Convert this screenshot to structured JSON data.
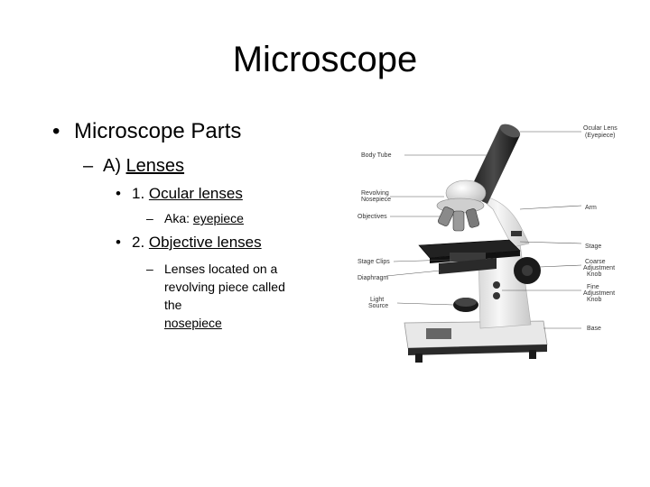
{
  "slide": {
    "title": "Microscope",
    "bullets": {
      "level1": {
        "marker": "•",
        "text": "Microscope Parts"
      },
      "level2": {
        "marker": "–",
        "prefix": "A) ",
        "text": "Lenses"
      },
      "item1": {
        "marker": "•",
        "prefix": "1. ",
        "text": "Ocular lenses"
      },
      "item1_sub": {
        "marker": "–",
        "prefix": "Aka: ",
        "text": "eyepiece"
      },
      "item2": {
        "marker": "•",
        "prefix": "2. ",
        "text": "Objective lenses"
      },
      "item2_sub": {
        "marker": "–",
        "line1": "Lenses located on a",
        "line2": "revolving piece called",
        "line3_prefix": "the ",
        "line3_term": "nosepiece"
      }
    }
  },
  "diagram_labels": {
    "ocular_lens_1": "Ocular Lens",
    "ocular_lens_2": "(Eyepiece)",
    "body_tube": "Body Tube",
    "revolving_1": "Revolving",
    "revolving_2": "Nosepiece",
    "arm": "Arm",
    "objectives": "Objectives",
    "stage": "Stage",
    "stage_clips": "Stage Clips",
    "coarse_1": "Coarse",
    "coarse_2": "Adjustment",
    "coarse_3": "Knob",
    "diaphragm": "Diaphragm",
    "fine_1": "Fine",
    "fine_2": "Adjustment",
    "fine_3": "Knob",
    "light_1": "Light",
    "light_2": "Source",
    "base": "Base"
  }
}
